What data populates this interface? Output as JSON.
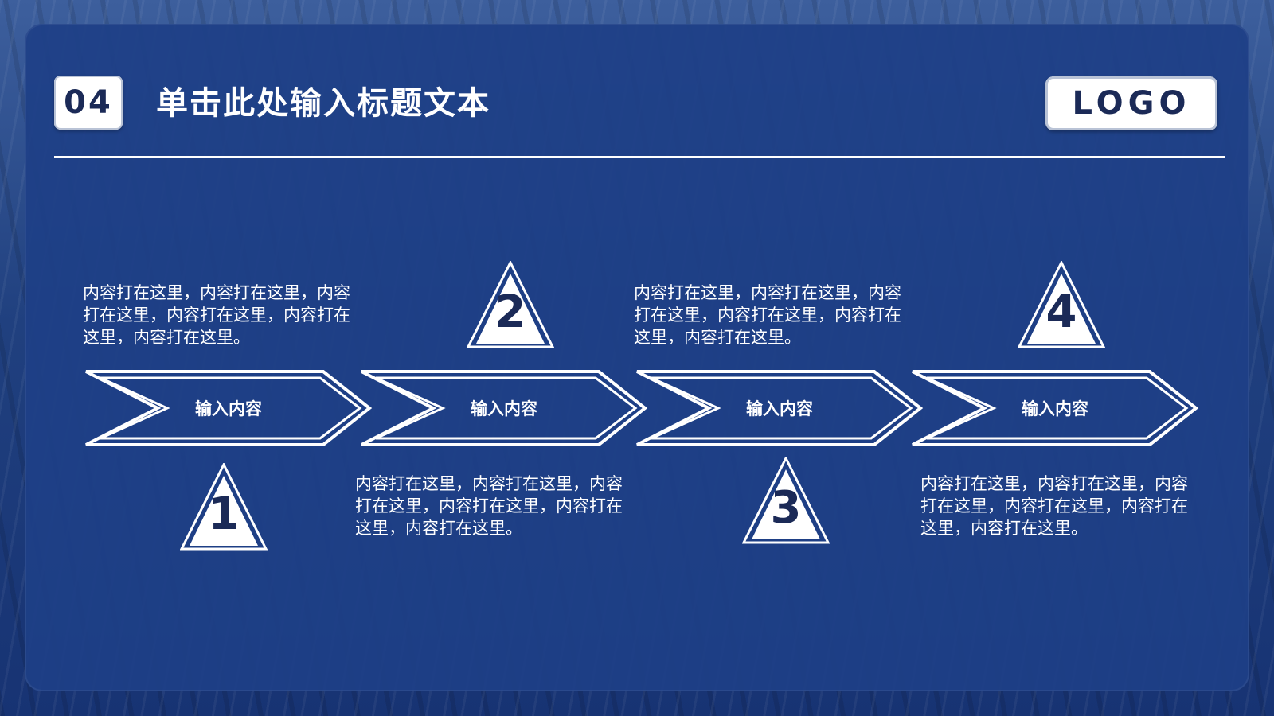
{
  "header": {
    "number": "04",
    "title": "单击此处输入标题文本",
    "logo": "LOGO"
  },
  "steps": [
    {
      "label": "输入内容",
      "number": "1",
      "text": "内容打在这里，内容打在这里，内容打在这里，内容打在这里，内容打在这里，内容打在这里。"
    },
    {
      "label": "输入内容",
      "number": "2",
      "text": "内容打在这里，内容打在这里，内容打在这里，内容打在这里，内容打在这里，内容打在这里。"
    },
    {
      "label": "输入内容",
      "number": "3",
      "text": "内容打在这里，内容打在这里，内容打在这里，内容打在这里，内容打在这里，内容打在这里。"
    },
    {
      "label": "输入内容",
      "number": "4",
      "text": "内容打在这里，内容打在这里，内容打在这里，内容打在这里，内容打在这里，内容打在这里。"
    }
  ],
  "colors": {
    "background": "#1e4087",
    "accent": "#ffffff",
    "text_dark": "#1b2a57"
  }
}
